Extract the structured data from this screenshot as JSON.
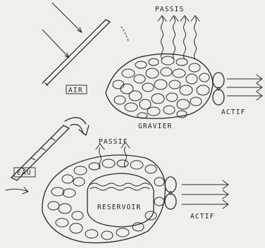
{
  "top": {
    "air_label": "AIR",
    "passive_label": "PASSIS",
    "active_label": "ACTIF",
    "gravel_label": "GRAVIER"
  },
  "bottom": {
    "water_label": "EAU",
    "passive_label": "PASSIF",
    "active_label": "ACTIF",
    "reservoir_label": "RESERVOIR"
  }
}
